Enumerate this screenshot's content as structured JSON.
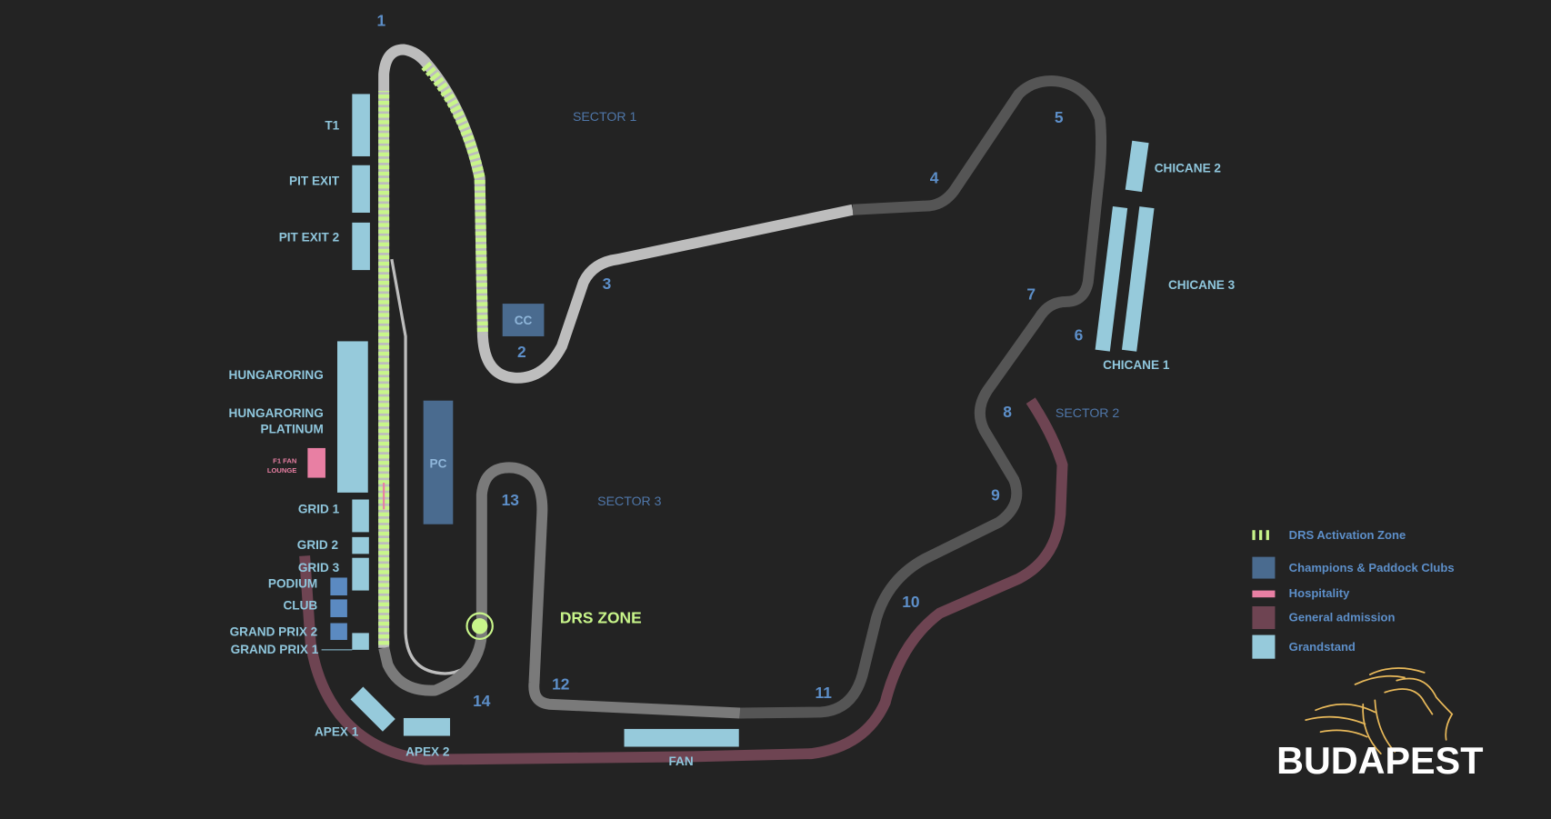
{
  "colors": {
    "background": "#232323",
    "drs": "#c8f58a",
    "clubs": "#4a6b8f",
    "hospitality": "#e87fa3",
    "general_admission": "#6e4452",
    "grandstand": "#96cadb",
    "sector1": "#bdbdbd",
    "sector2": "#555555",
    "sector3": "#7a7a7a",
    "turn_number": "#5d8fc9",
    "logo_gold": "#e8b95a"
  },
  "turns": [
    "1",
    "2",
    "3",
    "4",
    "5",
    "6",
    "7",
    "8",
    "9",
    "10",
    "11",
    "12",
    "13",
    "14"
  ],
  "sectors": {
    "s1": "SECTOR 1",
    "s2": "SECTOR 2",
    "s3": "SECTOR 3"
  },
  "drs_zone_label": "DRS ZONE",
  "grandstands": {
    "t1": "T1",
    "pit_exit": "PIT EXIT",
    "pit_exit_2": "PIT EXIT 2",
    "hungaroring": "HUNGARORING",
    "platinum_1": "HUNGARORING",
    "platinum_2": "PLATINUM",
    "grid1": "GRID 1",
    "grid2": "GRID 2",
    "grid3": "GRID 3",
    "podium": "PODIUM",
    "club": "CLUB",
    "gp2": "GRAND PRIX 2",
    "gp1": "GRAND PRIX 1",
    "apex1": "APEX 1",
    "apex2": "APEX 2",
    "fan": "FAN",
    "chicane1": "CHICANE 1",
    "chicane2": "CHICANE 2",
    "chicane3": "CHICANE 3"
  },
  "clubs": {
    "cc": "CC",
    "pc": "PC"
  },
  "fan_lounge": {
    "line1": "F1 FAN",
    "line2": "LOUNGE"
  },
  "legend": [
    {
      "label": "DRS Activation Zone",
      "icon": "drs-dashes"
    },
    {
      "label": "Champions & Paddock Clubs",
      "icon": "club-swatch"
    },
    {
      "label": "Hospitality",
      "icon": "hospitality-swatch"
    },
    {
      "label": "General admission",
      "icon": "general-admission-swatch"
    },
    {
      "label": "Grandstand",
      "icon": "grandstand-swatch"
    }
  ],
  "logo": {
    "text": "BUDAPEST",
    "icon": "lion-head"
  }
}
